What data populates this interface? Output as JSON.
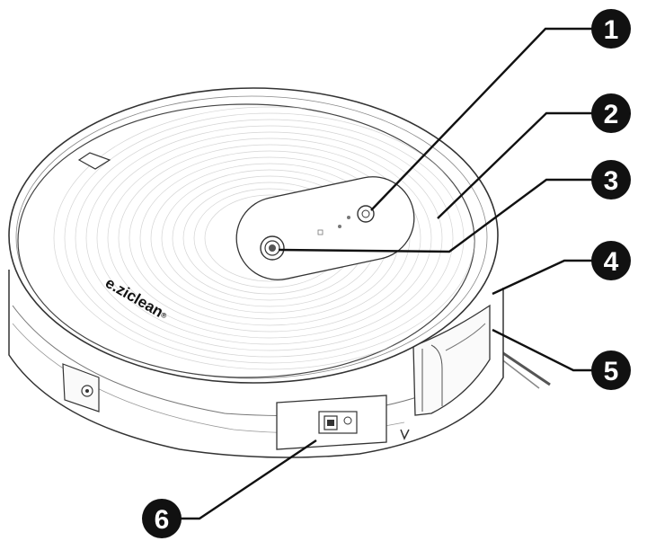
{
  "brand": {
    "name": "e.ziclean",
    "mark": "®"
  },
  "callouts": [
    "1",
    "2",
    "3",
    "4",
    "5",
    "6"
  ],
  "colors": {
    "outline": "#333333",
    "callout_fill": "#111111",
    "callout_text": "#ffffff"
  }
}
